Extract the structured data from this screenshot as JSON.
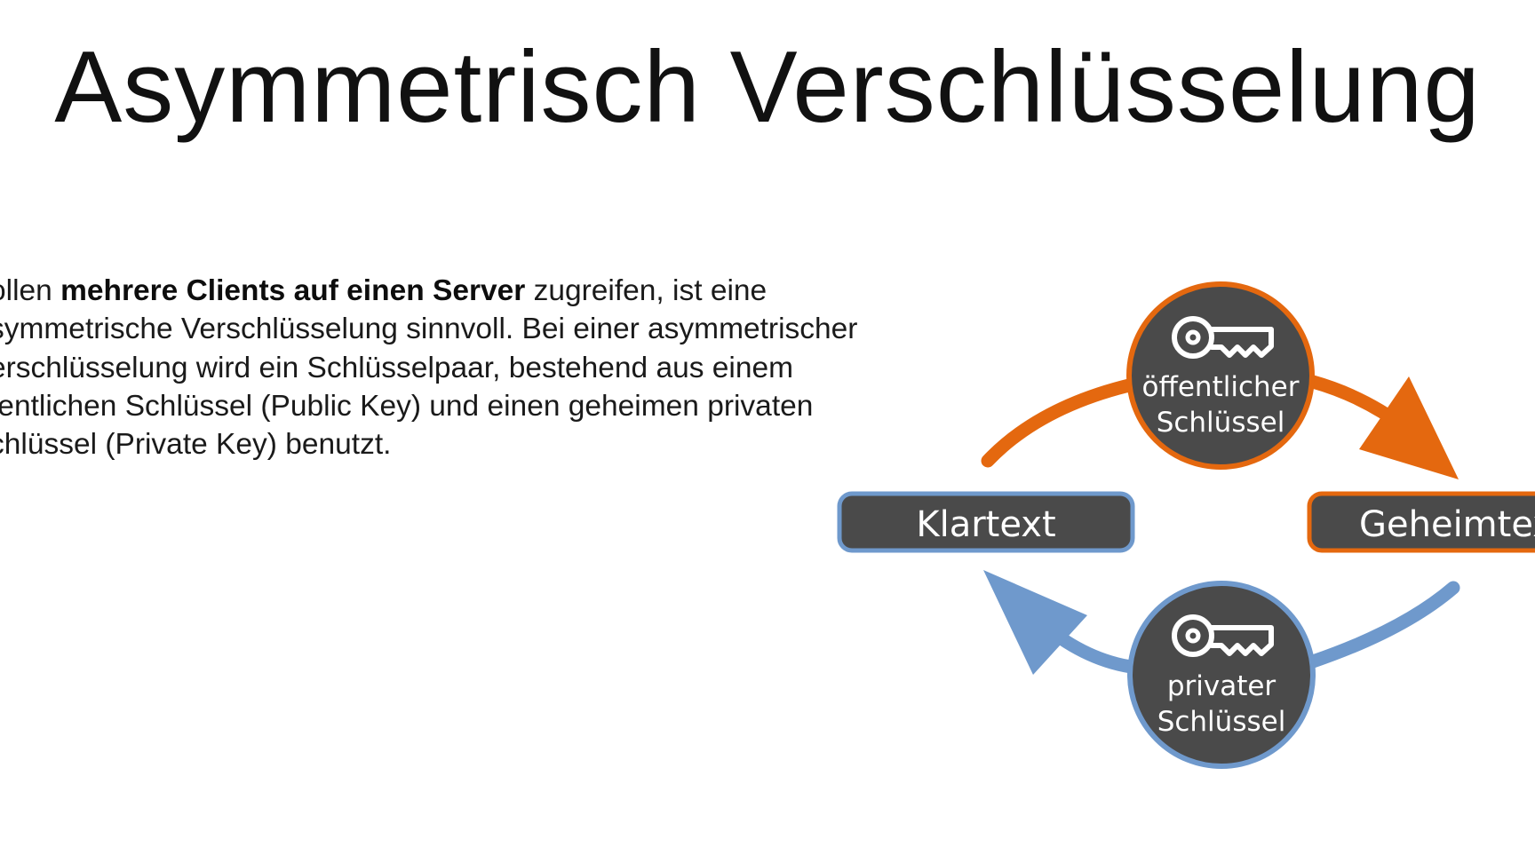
{
  "slide": {
    "title": "Asymmetrisch Verschlüsselung"
  },
  "body": {
    "line1_pre": "ollen ",
    "line1_bold": "mehrere Clients auf einen Server",
    "line1_post": " zugreifen, ist eine",
    "line2": "symmetrische Verschlüsselung sinnvoll. Bei einer asymmetrischer",
    "line3": "erschlüsselung wird ein Schlüsselpaar, bestehend aus einem",
    "line4": "fentlichen Schlüssel (Public Key) und einen geheimen privaten",
    "line5": "chlüssel (Private Key) benutzt."
  },
  "diagram": {
    "public_key_label_1": "öffentlicher",
    "public_key_label_2": "Schlüssel",
    "private_key_label_1": "privater",
    "private_key_label_2": "Schlüssel",
    "plaintext_label": "Klartext",
    "ciphertext_label": "Geheimtext",
    "public_key_icon": "key-icon",
    "private_key_icon": "key-icon",
    "colors": {
      "orange": "#e4680f",
      "blue": "#6f99cc",
      "dark": "#4a4a4a"
    }
  }
}
